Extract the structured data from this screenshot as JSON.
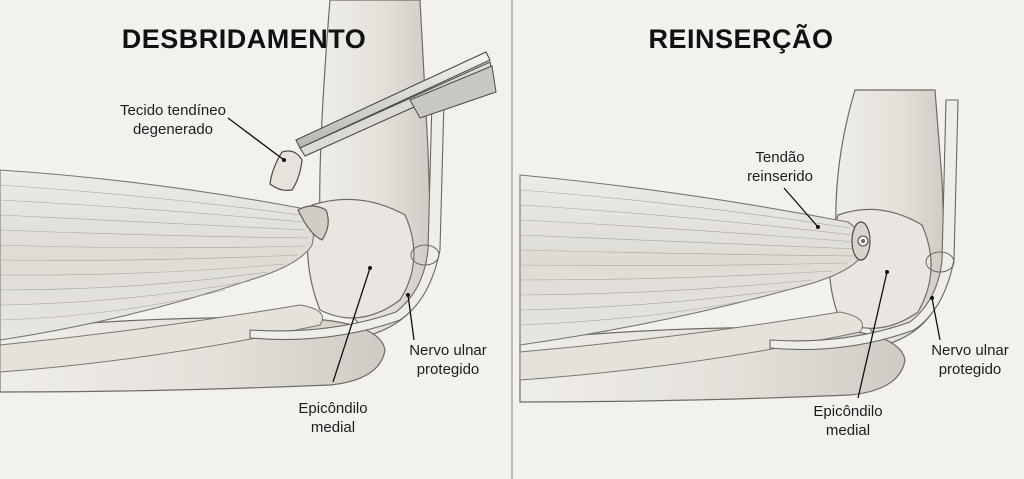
{
  "panels": [
    {
      "title": "DESBRIDAMENTO",
      "labels": {
        "degenerated_tissue": [
          "Tecido tendíneo",
          "degenerado"
        ],
        "ulnar_nerve": [
          "Nervo ulnar",
          "protegido"
        ],
        "medial_epicondyle": [
          "Epicôndilo",
          "medial"
        ]
      }
    },
    {
      "title": "REINSERÇÃO",
      "labels": {
        "reinserted_tendon": [
          "Tendão",
          "reinserido"
        ],
        "ulnar_nerve": [
          "Nervo ulnar",
          "protegido"
        ],
        "medial_epicondyle": [
          "Epicôndilo",
          "medial"
        ]
      }
    }
  ],
  "colors": {
    "background": "#f3f1ed",
    "bone": "#e6e3dd",
    "muscle": "#e2dfd9",
    "ink": "#1b1b1b",
    "divider": "#9a9894"
  }
}
